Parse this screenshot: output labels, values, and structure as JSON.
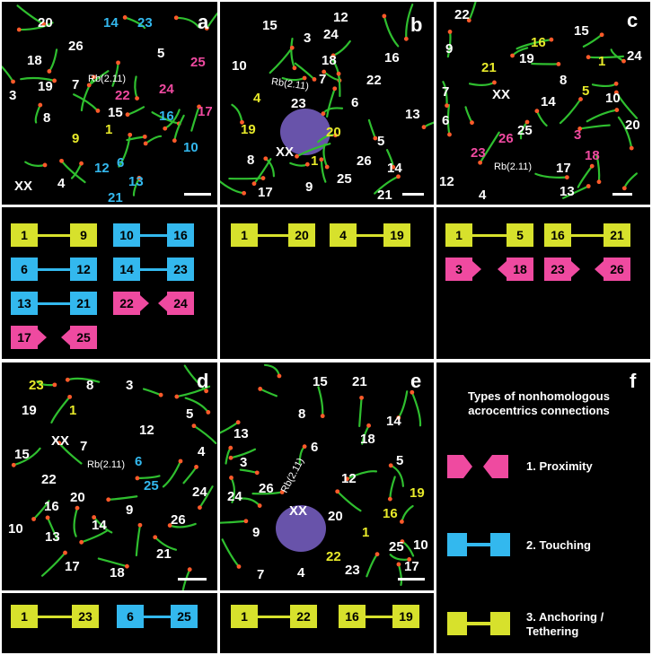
{
  "panels": {
    "a": {
      "letter": "a",
      "sex": "XX",
      "rb": "Rb(2.11)",
      "labels": [
        {
          "t": "20",
          "k": "w"
        },
        {
          "t": "14",
          "k": "c"
        },
        {
          "t": "23",
          "k": "c"
        },
        {
          "t": "26",
          "k": "w"
        },
        {
          "t": "18",
          "k": "w"
        },
        {
          "t": "5",
          "k": "w"
        },
        {
          "t": "25",
          "k": "m"
        },
        {
          "t": "3",
          "k": "w"
        },
        {
          "t": "19",
          "k": "w"
        },
        {
          "t": "7",
          "k": "w"
        },
        {
          "t": "22",
          "k": "m"
        },
        {
          "t": "24",
          "k": "m"
        },
        {
          "t": "15",
          "k": "w"
        },
        {
          "t": "17",
          "k": "m"
        },
        {
          "t": "8",
          "k": "w"
        },
        {
          "t": "16",
          "k": "c"
        },
        {
          "t": "9",
          "k": "y"
        },
        {
          "t": "1",
          "k": "y"
        },
        {
          "t": "10",
          "k": "c"
        },
        {
          "t": "12",
          "k": "c"
        },
        {
          "t": "6",
          "k": "c"
        },
        {
          "t": "4",
          "k": "w"
        },
        {
          "t": "13",
          "k": "c"
        },
        {
          "t": "21",
          "k": "c"
        }
      ]
    },
    "b": {
      "letter": "b",
      "sex": "XX",
      "rb": "Rb(2.11)",
      "labels": [
        {
          "t": "12",
          "k": "w"
        },
        {
          "t": "15",
          "k": "w"
        },
        {
          "t": "3",
          "k": "w"
        },
        {
          "t": "24",
          "k": "w"
        },
        {
          "t": "16",
          "k": "w"
        },
        {
          "t": "10",
          "k": "w"
        },
        {
          "t": "18",
          "k": "w"
        },
        {
          "t": "22",
          "k": "w"
        },
        {
          "t": "7",
          "k": "w"
        },
        {
          "t": "4",
          "k": "y"
        },
        {
          "t": "23",
          "k": "w"
        },
        {
          "t": "6",
          "k": "w"
        },
        {
          "t": "13",
          "k": "w"
        },
        {
          "t": "19",
          "k": "y"
        },
        {
          "t": "20",
          "k": "y"
        },
        {
          "t": "5",
          "k": "w"
        },
        {
          "t": "8",
          "k": "w"
        },
        {
          "t": "1",
          "k": "y"
        },
        {
          "t": "26",
          "k": "w"
        },
        {
          "t": "14",
          "k": "w"
        },
        {
          "t": "17",
          "k": "w"
        },
        {
          "t": "9",
          "k": "w"
        },
        {
          "t": "25",
          "k": "w"
        },
        {
          "t": "21",
          "k": "w"
        }
      ]
    },
    "c": {
      "letter": "c",
      "sex": "XX",
      "rb": "Rb(2.11)",
      "labels": [
        {
          "t": "22",
          "k": "w"
        },
        {
          "t": "16",
          "k": "y"
        },
        {
          "t": "15",
          "k": "w"
        },
        {
          "t": "9",
          "k": "w"
        },
        {
          "t": "21",
          "k": "y"
        },
        {
          "t": "19",
          "k": "w"
        },
        {
          "t": "1",
          "k": "y"
        },
        {
          "t": "24",
          "k": "w"
        },
        {
          "t": "8",
          "k": "w"
        },
        {
          "t": "7",
          "k": "w"
        },
        {
          "t": "5",
          "k": "y"
        },
        {
          "t": "10",
          "k": "w"
        },
        {
          "t": "14",
          "k": "w"
        },
        {
          "t": "6",
          "k": "w"
        },
        {
          "t": "20",
          "k": "w"
        },
        {
          "t": "25",
          "k": "w"
        },
        {
          "t": "3",
          "k": "m"
        },
        {
          "t": "26",
          "k": "m"
        },
        {
          "t": "23",
          "k": "m"
        },
        {
          "t": "18",
          "k": "m"
        },
        {
          "t": "17",
          "k": "w"
        },
        {
          "t": "12",
          "k": "w"
        },
        {
          "t": "13",
          "k": "w"
        },
        {
          "t": "4",
          "k": "w"
        }
      ]
    },
    "d": {
      "letter": "d",
      "sex": "XX",
      "rb": "Rb(2.11)",
      "labels": [
        {
          "t": "23",
          "k": "y"
        },
        {
          "t": "8",
          "k": "w"
        },
        {
          "t": "3",
          "k": "w"
        },
        {
          "t": "19",
          "k": "w"
        },
        {
          "t": "1",
          "k": "y"
        },
        {
          "t": "5",
          "k": "w"
        },
        {
          "t": "15",
          "k": "w"
        },
        {
          "t": "7",
          "k": "w"
        },
        {
          "t": "12",
          "k": "w"
        },
        {
          "t": "4",
          "k": "w"
        },
        {
          "t": "6",
          "k": "c"
        },
        {
          "t": "22",
          "k": "w"
        },
        {
          "t": "25",
          "k": "c"
        },
        {
          "t": "20",
          "k": "w"
        },
        {
          "t": "24",
          "k": "w"
        },
        {
          "t": "16",
          "k": "w"
        },
        {
          "t": "9",
          "k": "w"
        },
        {
          "t": "26",
          "k": "w"
        },
        {
          "t": "10",
          "k": "w"
        },
        {
          "t": "14",
          "k": "w"
        },
        {
          "t": "13",
          "k": "w"
        },
        {
          "t": "21",
          "k": "w"
        },
        {
          "t": "17",
          "k": "w"
        },
        {
          "t": "18",
          "k": "w"
        }
      ]
    },
    "e": {
      "letter": "e",
      "sex": "XX",
      "rb": "Rb(2.11)",
      "labels": [
        {
          "t": "15",
          "k": "w"
        },
        {
          "t": "21",
          "k": "w"
        },
        {
          "t": "8",
          "k": "w"
        },
        {
          "t": "14",
          "k": "w"
        },
        {
          "t": "13",
          "k": "w"
        },
        {
          "t": "18",
          "k": "w"
        },
        {
          "t": "6",
          "k": "w"
        },
        {
          "t": "3",
          "k": "w"
        },
        {
          "t": "5",
          "k": "w"
        },
        {
          "t": "12",
          "k": "w"
        },
        {
          "t": "24",
          "k": "w"
        },
        {
          "t": "26",
          "k": "w"
        },
        {
          "t": "19",
          "k": "y"
        },
        {
          "t": "20",
          "k": "w"
        },
        {
          "t": "16",
          "k": "y"
        },
        {
          "t": "9",
          "k": "w"
        },
        {
          "t": "1",
          "k": "y"
        },
        {
          "t": "25",
          "k": "w"
        },
        {
          "t": "10",
          "k": "w"
        },
        {
          "t": "22",
          "k": "y"
        },
        {
          "t": "23",
          "k": "w"
        },
        {
          "t": "17",
          "k": "w"
        },
        {
          "t": "7",
          "k": "w"
        },
        {
          "t": "4",
          "k": "w"
        }
      ]
    }
  },
  "connections": {
    "a": [
      {
        "a": "1",
        "b": "9",
        "type": "anchoring"
      },
      {
        "a": "10",
        "b": "16",
        "type": "touching"
      },
      {
        "a": "6",
        "b": "12",
        "type": "touching"
      },
      {
        "a": "14",
        "b": "23",
        "type": "touching"
      },
      {
        "a": "13",
        "b": "21",
        "type": "touching"
      },
      {
        "a": "22",
        "b": "24",
        "type": "proximity"
      },
      {
        "a": "17",
        "b": "25",
        "type": "proximity"
      }
    ],
    "b": [
      {
        "a": "1",
        "b": "20",
        "type": "anchoring"
      },
      {
        "a": "4",
        "b": "19",
        "type": "anchoring"
      }
    ],
    "c": [
      {
        "a": "1",
        "b": "5",
        "type": "anchoring"
      },
      {
        "a": "16",
        "b": "21",
        "type": "anchoring"
      },
      {
        "a": "3",
        "b": "18",
        "type": "proximity"
      },
      {
        "a": "23",
        "b": "26",
        "type": "proximity"
      }
    ],
    "d": [
      {
        "a": "1",
        "b": "23",
        "type": "anchoring"
      },
      {
        "a": "6",
        "b": "25",
        "type": "touching"
      }
    ],
    "e": [
      {
        "a": "1",
        "b": "22",
        "type": "anchoring"
      },
      {
        "a": "16",
        "b": "19",
        "type": "anchoring"
      }
    ]
  },
  "legend": {
    "letter": "f",
    "title": "Types of nonhomologous acrocentrics connections",
    "types": [
      {
        "label": "1. Proximity",
        "color": "#ef4aa0"
      },
      {
        "label": "2. Touching",
        "color": "#33b8ee"
      },
      {
        "label": "3. Anchoring / Tethering",
        "color": "#d7e12c"
      }
    ]
  },
  "colors": {
    "white": "#ffffff",
    "yellow": "#e8ea2a",
    "cyan": "#33b8ee",
    "magenta": "#ef4aa0",
    "chromosome": "#2fbf2f",
    "centromere": "#ff5a2a"
  }
}
